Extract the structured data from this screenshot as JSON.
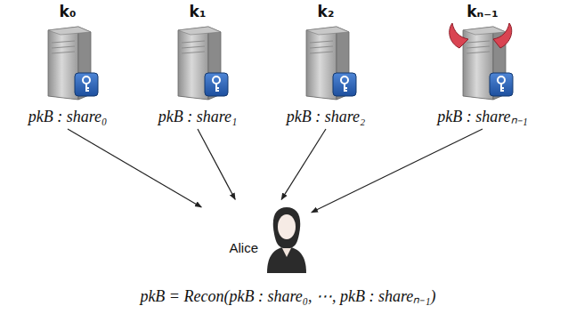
{
  "diagram": {
    "nodes": [
      {
        "text": [
          "k₀",
          "pkB : share₀"
        ]
      },
      {
        "text": [
          "k₁",
          "pkB : share₁"
        ]
      },
      {
        "text": [
          "k₂",
          "pkB : share₂"
        ]
      },
      {
        "text": [
          "kₙ₋₁",
          "pkB : shareₙ₋₁"
        ]
      },
      {
        "text": [
          "Alice"
        ]
      }
    ],
    "edges": [
      {
        "from": 0,
        "to": 4,
        "arrow": "to"
      },
      {
        "from": 1,
        "to": 4,
        "arrow": "to"
      },
      {
        "from": 2,
        "to": 4,
        "arrow": "to"
      },
      {
        "from": 3,
        "to": 4,
        "arrow": "to"
      }
    ],
    "labels": [
      "pkB = Recon(pkB : share₀, ⋯, pkB : shareₙ₋₁)"
    ]
  }
}
